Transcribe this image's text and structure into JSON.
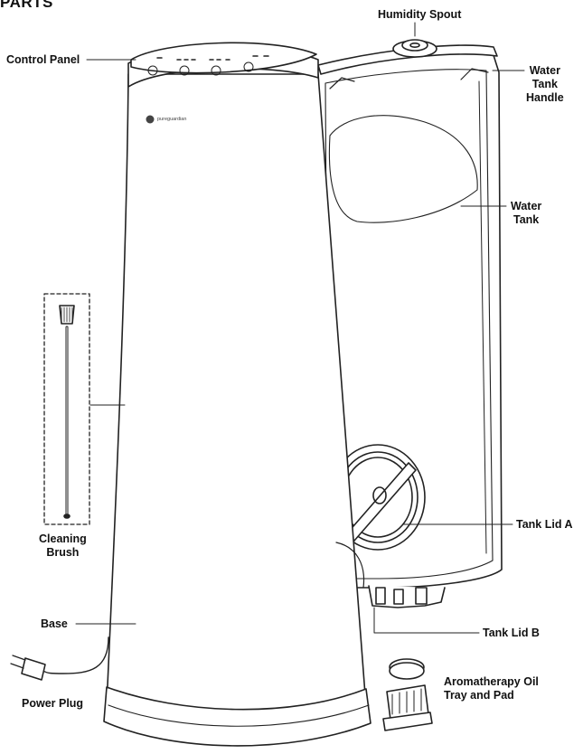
{
  "heading": "PARTS",
  "brand_text": "pureguardian",
  "labels": {
    "humidity_spout": "Humidity Spout",
    "control_panel": "Control Panel",
    "water_tank_handle": [
      "Water",
      "Tank",
      "Handle"
    ],
    "water_tank": [
      "Water",
      "Tank"
    ],
    "cleaning_brush": [
      "Cleaning",
      "Brush"
    ],
    "tank_lid_a": "Tank Lid A",
    "base": "Base",
    "tank_lid_b": "Tank Lid B",
    "aromatherapy": [
      "Aromatherapy Oil",
      "Tray and Pad"
    ],
    "power_plug": "Power Plug"
  }
}
